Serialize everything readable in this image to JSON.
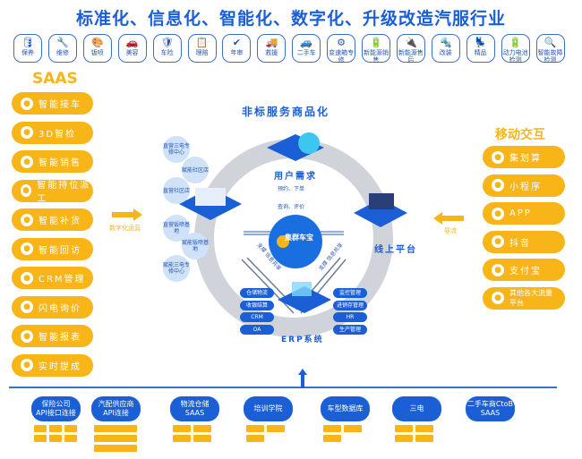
{
  "title": "标准化、信息化、智能化、数字化、升级改造汽服行业",
  "services": [
    {
      "label": "保养",
      "icon": "oil-icon"
    },
    {
      "label": "维修",
      "icon": "repair-icon"
    },
    {
      "label": "钣喷",
      "icon": "spray-icon"
    },
    {
      "label": "美容",
      "icon": "car-wash-icon"
    },
    {
      "label": "车险",
      "icon": "insurance-icon"
    },
    {
      "label": "理赔",
      "icon": "claim-icon"
    },
    {
      "label": "年审",
      "icon": "inspection-icon"
    },
    {
      "label": "救援",
      "icon": "tow-truck-icon"
    },
    {
      "label": "二手车",
      "icon": "used-car-icon"
    },
    {
      "label": "变速箱专修",
      "icon": "gearbox-icon"
    },
    {
      "label": "新能源销售",
      "icon": "ev-sales-icon"
    },
    {
      "label": "新能源售后",
      "icon": "ev-service-icon"
    },
    {
      "label": "改装",
      "icon": "modify-icon"
    },
    {
      "label": "精品",
      "icon": "seat-icon"
    },
    {
      "label": "动力电池检测",
      "icon": "battery-icon"
    },
    {
      "label": "智能故障检测",
      "icon": "diagnosis-icon"
    }
  ],
  "saas": {
    "title": "SAAS",
    "items": [
      "智能接车",
      "3D智检",
      "智能销售",
      "智能持位派工",
      "智能补货",
      "智能回访",
      "CRM管理",
      "闪电询价",
      "智能报表",
      "实时提成"
    ],
    "arrow_label": "数字化运营"
  },
  "mobile": {
    "title": "移动交互",
    "items": [
      "集划算",
      "小程序",
      "APP",
      "抖音",
      "支付宝",
      "其他各大流量平台"
    ],
    "arrow_label": "导流"
  },
  "center": {
    "title": "非标服务商品化",
    "brand": "集群车宝",
    "user_demand": "用户需求",
    "demand_arrow1": "预约、下单",
    "demand_arrow2": "查询、评价",
    "online": "线上平台",
    "erp": "ERP系统",
    "support_left": [
      "支撑",
      "信息共享"
    ],
    "support_right": [
      "支撑",
      "信息共享"
    ],
    "bubbles": [
      "直营三电专修中心",
      "赋能社区店",
      "直营社区店",
      "直营钣喷基地",
      "赋能钣喷基地",
      "赋能三电专修中心"
    ],
    "erp_left": [
      "仓储物流",
      "收银结算",
      "CRM",
      "OA"
    ],
    "erp_right": [
      "监控管理",
      "进销存管理",
      "HR",
      "生产管理"
    ]
  },
  "partners": [
    "保险公司 API接口连接",
    "汽配供应商 API连接",
    "物流仓储 SAAS",
    "培训学院",
    "车型数据库",
    "三电",
    "二手车商CtoB SAAS"
  ],
  "colors": {
    "blue": "#1a5fd6",
    "yellow": "#f7b517"
  }
}
